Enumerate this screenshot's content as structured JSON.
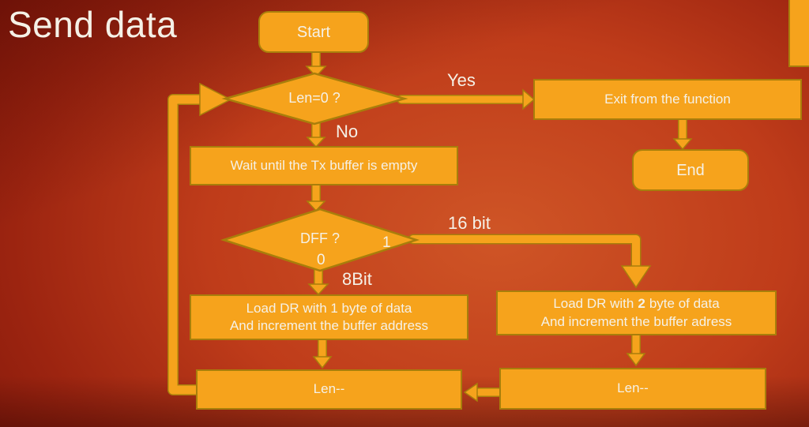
{
  "title": "Send data",
  "colors": {
    "node_fill": "#F6A31C",
    "node_border": "#A87E0B",
    "text_color": "#F5F1E7",
    "bg_center": "#CF5526",
    "bg_edge": "#7F1609"
  },
  "nodes": {
    "start": "Start",
    "len0": "Len=0 ?",
    "exit": "Exit from the function",
    "end": "End",
    "wait": "Wait until the Tx buffer is empty",
    "dff": "DFF ?",
    "load8_line1": "Load DR with 1 byte of data",
    "load8_line2": "And increment the buffer address",
    "load16_prefix": "Load DR with",
    "load16_bold": "2",
    "load16_suffix": "byte of data",
    "load16_line2": "And increment the buffer adress",
    "len_left": "Len--",
    "len_right": "Len--"
  },
  "edge_labels": {
    "yes": "Yes",
    "no": "No",
    "one": "1",
    "zero": "0",
    "bit16": "16 bit",
    "bit8": "8Bit"
  }
}
